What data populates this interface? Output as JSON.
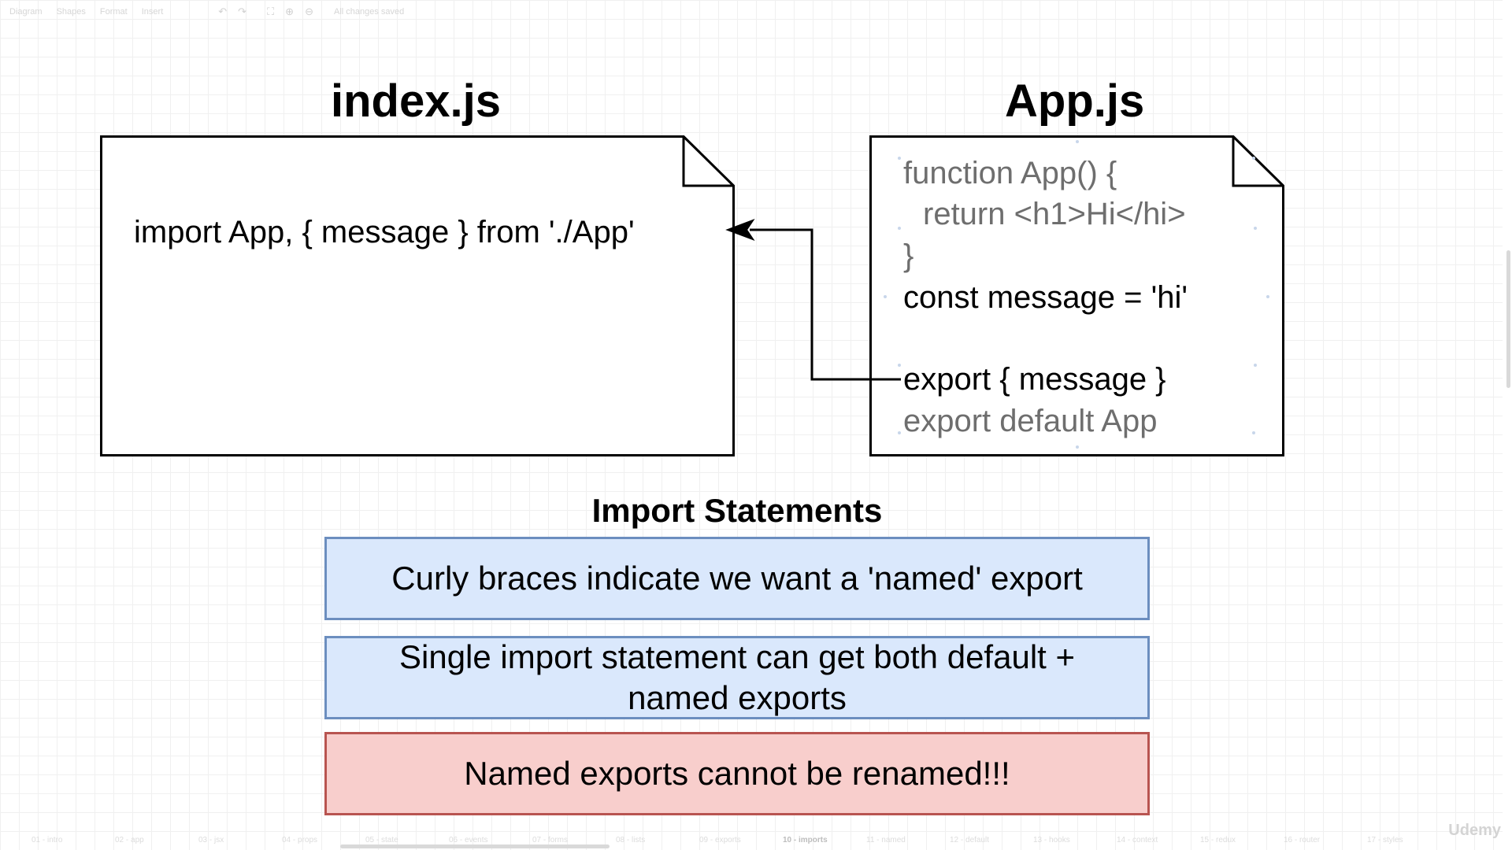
{
  "toolbar": {
    "items": [
      "Diagram",
      "Shapes",
      "Format",
      "Insert"
    ],
    "status": "All changes saved"
  },
  "diagram": {
    "index_file": {
      "title": "index.js",
      "code": "import App, { message } from './App'"
    },
    "app_file": {
      "title": "App.js",
      "lines": [
        "function App() {",
        "return <h1>Hi</hi>",
        "}",
        "const message = 'hi'",
        "export { message }",
        "export default App"
      ]
    },
    "import_statements": {
      "heading": "Import Statements",
      "notes": [
        "Curly braces indicate we want a 'named' export",
        "Single import statement can get both default + named exports",
        "Named exports cannot be renamed!!!"
      ]
    }
  },
  "colors": {
    "note_blue_fill": "#dae8fc",
    "note_blue_border": "#6c8ebf",
    "note_red_fill": "#f8cecc",
    "note_red_border": "#b85450"
  },
  "bottom_tabs": [
    "01 - intro",
    "02 - app",
    "03 - jsx",
    "04 - props",
    "05 - state",
    "06 - events",
    "07 - forms",
    "08 - lists",
    "09 - exports",
    "10 - imports",
    "11 - named",
    "12 - default",
    "13 - hooks",
    "14 - context",
    "15 - redux",
    "16 - router",
    "17 - styles"
  ],
  "active_tab": "10 - imports",
  "watermark": "Udemy"
}
